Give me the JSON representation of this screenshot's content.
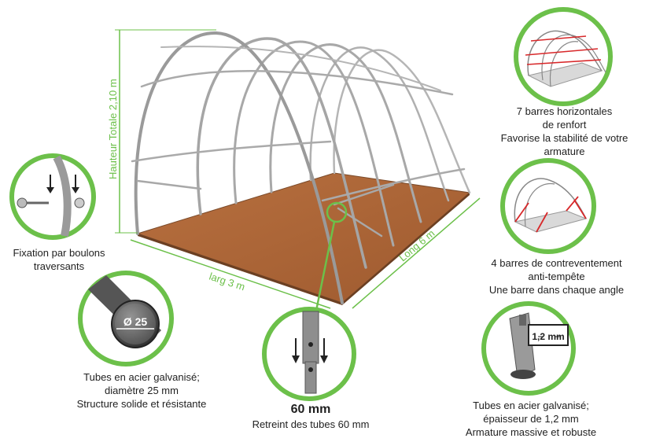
{
  "dimensions": {
    "height": "Hauteur Totale 2,10 m",
    "width": "larg 3 m",
    "length": "Long 6 m"
  },
  "callouts": {
    "bolts": {
      "lines": [
        "Fixation par boulons",
        "traversants"
      ]
    },
    "tube": {
      "badge": "Ø 25",
      "lines": [
        "Tubes en acier galvanisé;",
        "diamètre 25 mm",
        "Structure solide et résistante"
      ]
    },
    "shrink": {
      "headline": "60 mm",
      "lines": [
        "Retreint des tubes 60 mm"
      ]
    },
    "bars": {
      "lines": [
        "7 barres horizontales",
        "de renfort",
        "Favorise la stabilité de votre",
        "armature"
      ]
    },
    "bracing": {
      "lines": [
        "4 barres de contreventement",
        "anti-tempête",
        "Une barre dans chaque angle"
      ]
    },
    "thickness": {
      "badge": "1,2 mm",
      "lines": [
        "Tubes en acier galvanisé;",
        "épaisseur de 1,2 mm",
        "Armature massive et robuste"
      ]
    }
  },
  "colors": {
    "accent_green": "#6cc04a",
    "floor": "#b36a3c",
    "frame": "#9a9a9a",
    "brace_red": "#d8282a"
  }
}
